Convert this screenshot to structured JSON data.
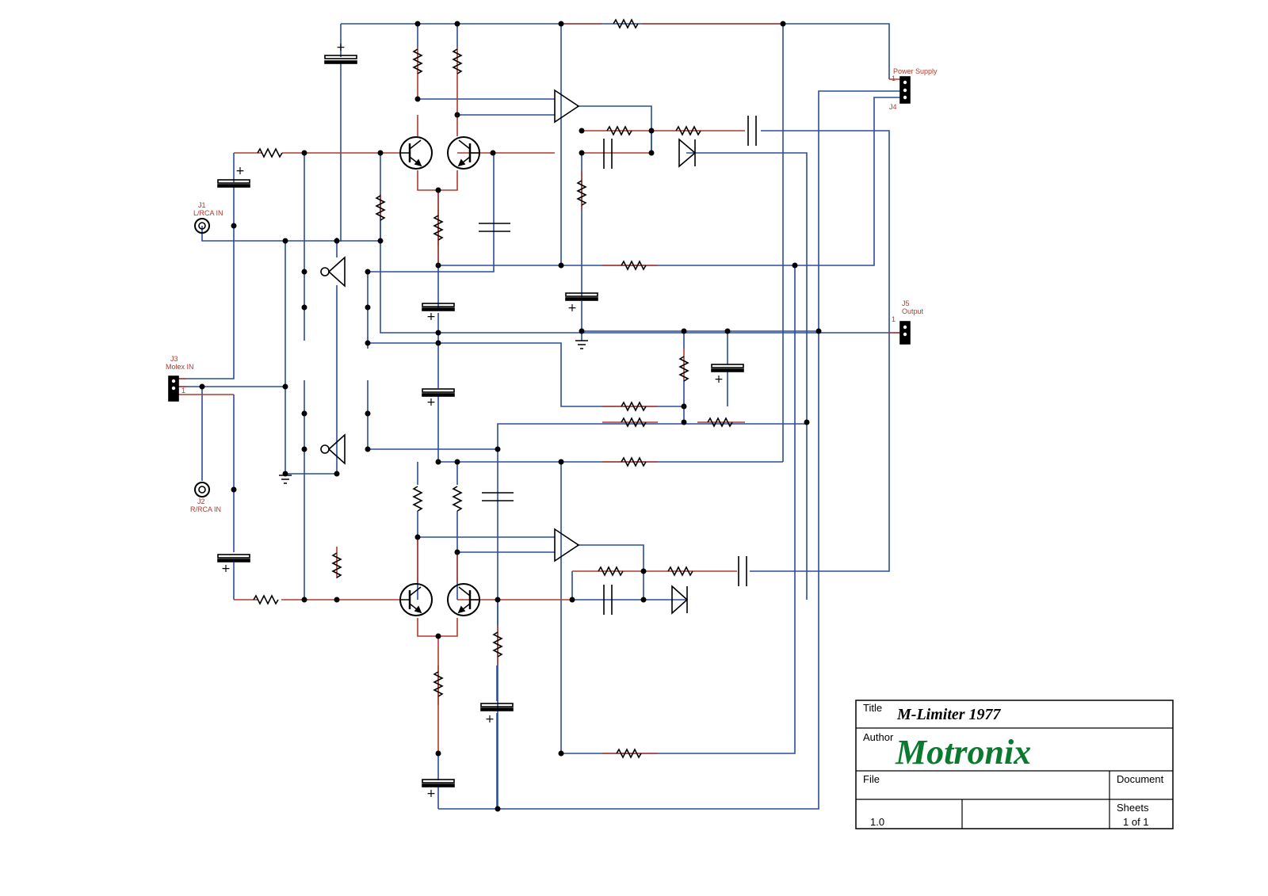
{
  "connectors": {
    "j1_ref": "J1",
    "j1_name": "L/RCA IN",
    "j2_ref": "J2",
    "j2_name": "R/RCA IN",
    "j3_ref": "J3",
    "j3_name": "Molex IN",
    "j4_ref": "J4",
    "j4_name": "Power Supply",
    "j5_ref": "J5",
    "j5_name": "Output",
    "pin1": "1",
    "plus": "+"
  },
  "title_block": {
    "title_label": "Title",
    "title_value": "M-Limiter 1977",
    "author_label": "Author",
    "author_value": "Motronix",
    "file_label": "File",
    "document_label": "Document",
    "revision_value": "1.0",
    "sheets_label": "Sheets",
    "sheets_value": "1 of 1"
  },
  "colors": {
    "wire_blue": "#2a4d9b",
    "wire_red": "#b03a2e",
    "component": "#000000",
    "logo_green": "#0a7a2f"
  }
}
